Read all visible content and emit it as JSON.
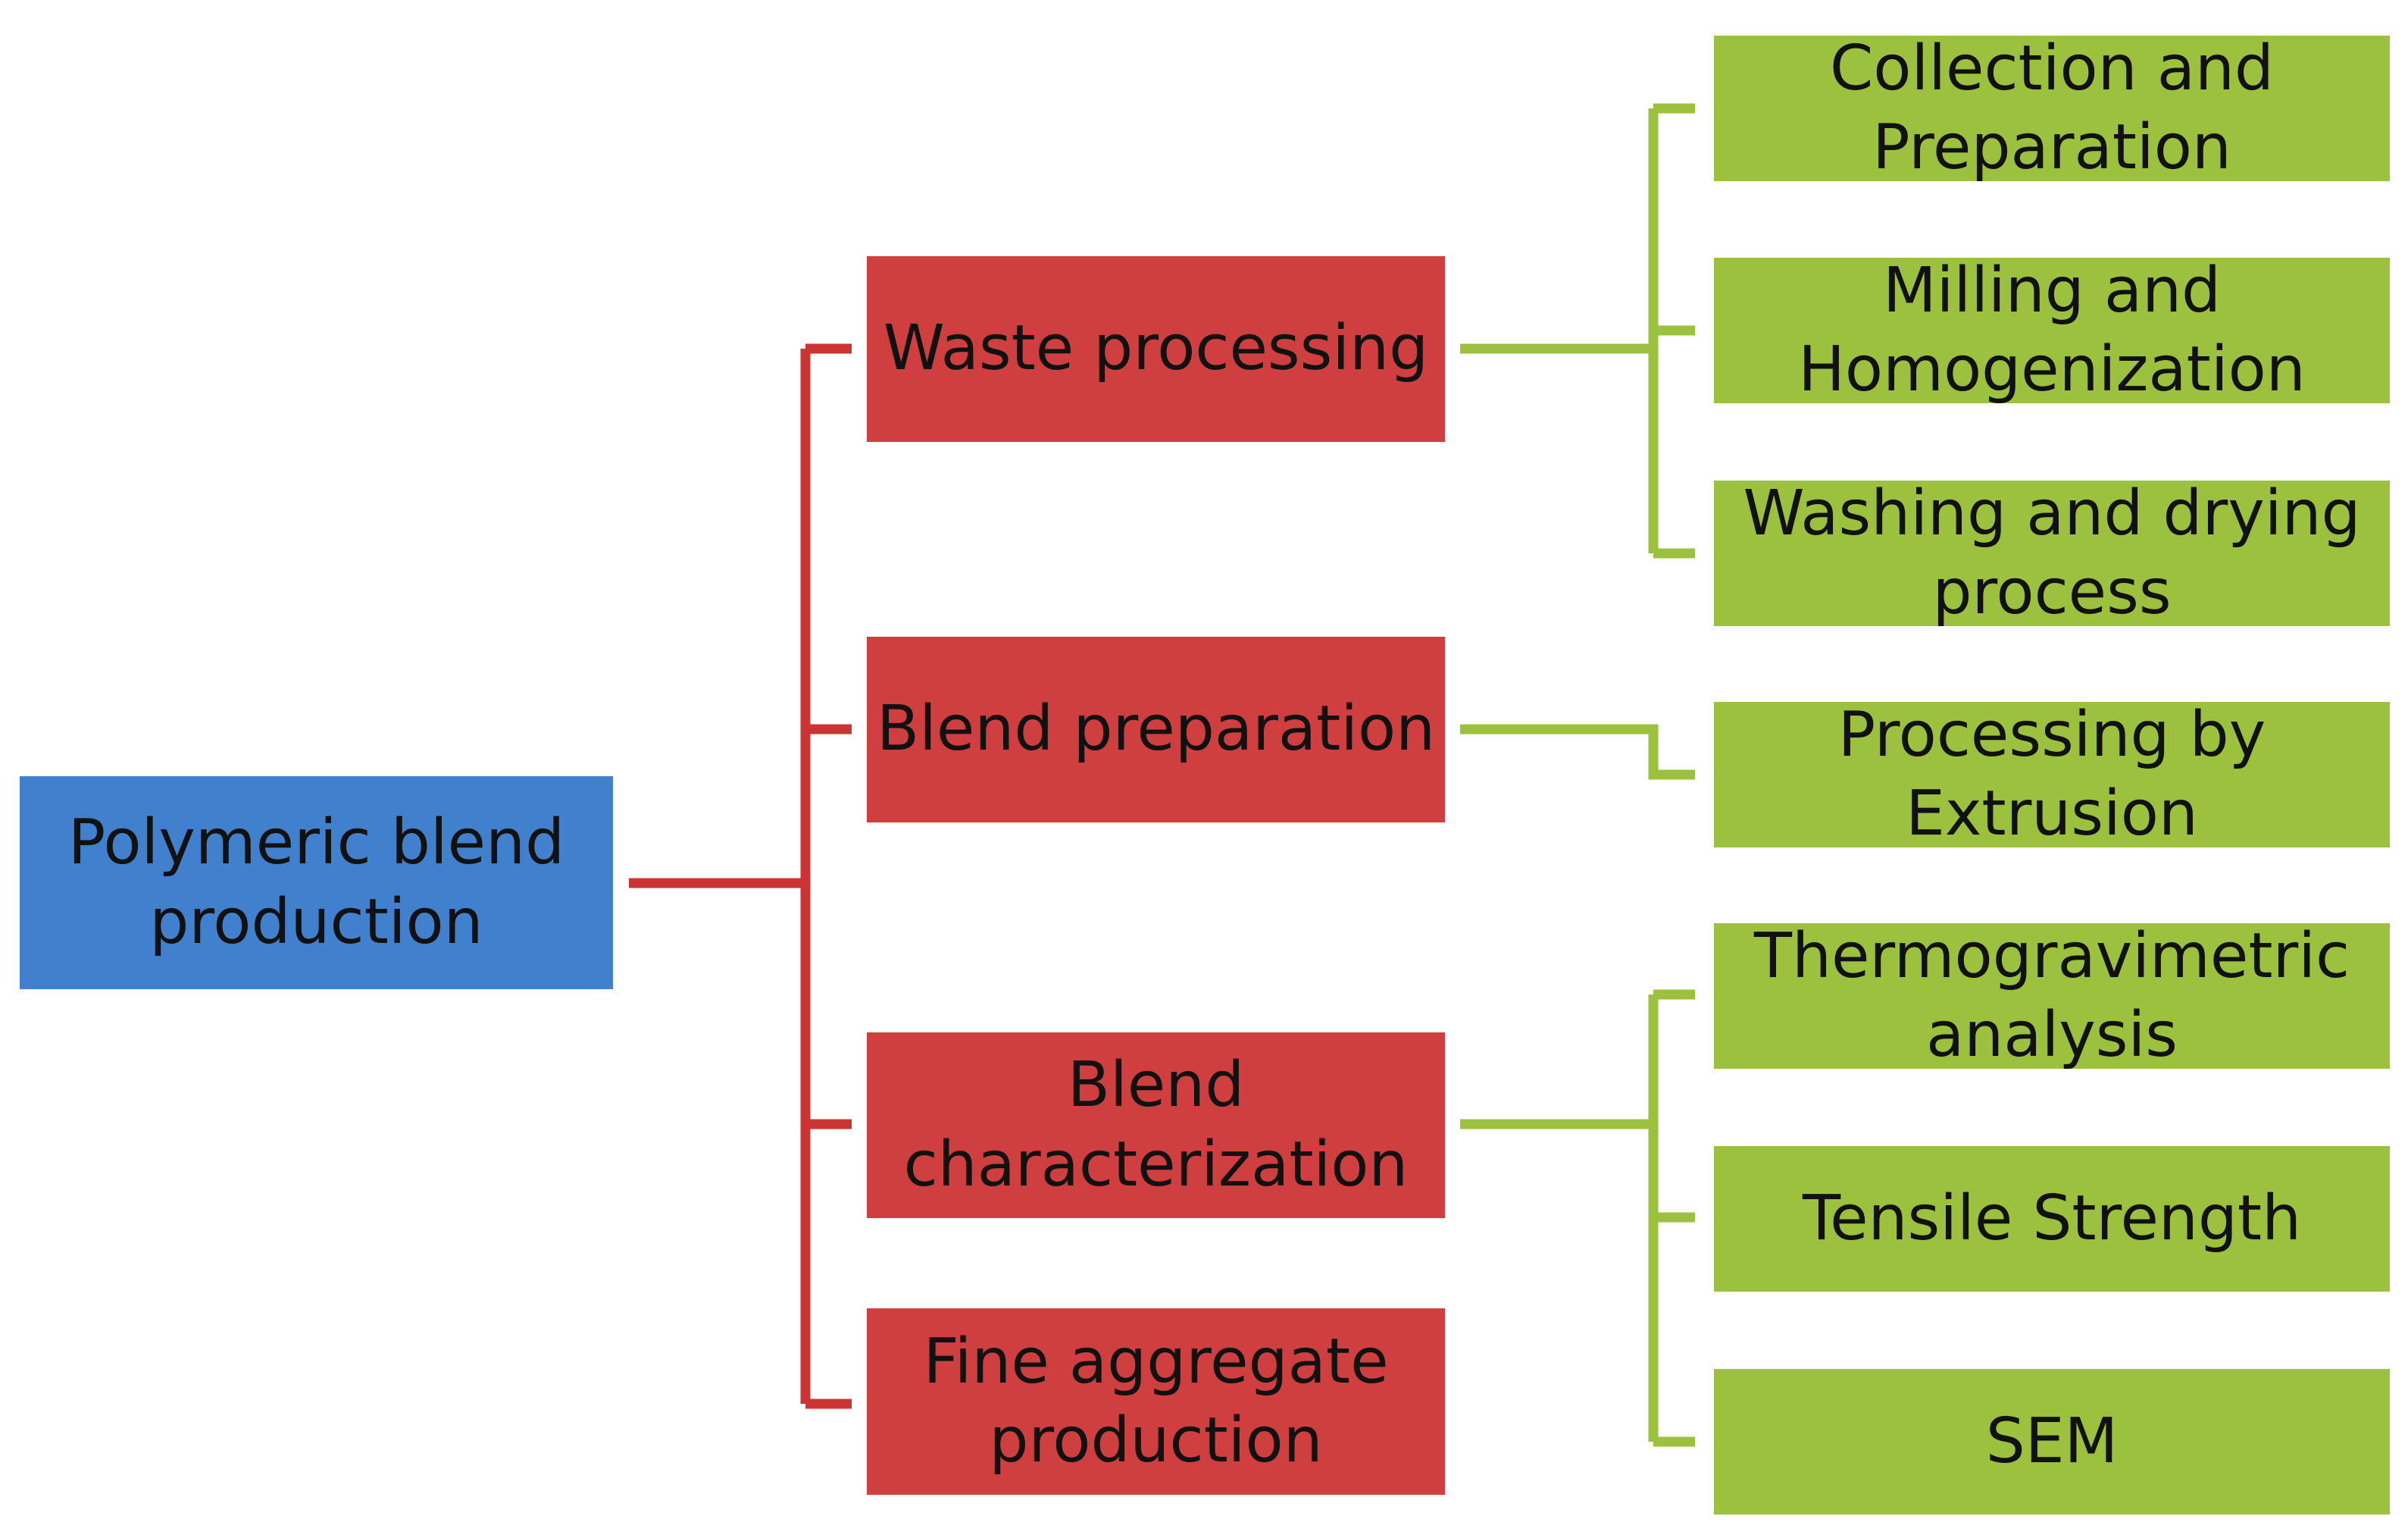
{
  "diagram": {
    "root": {
      "lines": [
        "Polymeric blend",
        "production"
      ],
      "color": "#4080cc"
    },
    "stages": [
      {
        "lines": [
          "Waste processing"
        ],
        "substeps": [
          {
            "lines": [
              "Collection and",
              "Preparation"
            ]
          },
          {
            "lines": [
              "Milling and",
              "Homogenization"
            ]
          },
          {
            "lines": [
              "Washing and drying",
              "process"
            ]
          }
        ]
      },
      {
        "lines": [
          "Blend preparation"
        ],
        "substeps": [
          {
            "lines": [
              "Processing by",
              "Extrusion"
            ]
          }
        ]
      },
      {
        "lines": [
          "Blend",
          "characterization"
        ],
        "substeps": [
          {
            "lines": [
              "Thermogravimetric",
              "analysis"
            ]
          },
          {
            "lines": [
              "Tensile Strength"
            ]
          },
          {
            "lines": [
              "SEM"
            ]
          }
        ]
      },
      {
        "lines": [
          "Fine aggregate",
          "production"
        ],
        "substeps": []
      }
    ],
    "colors": {
      "root": "#4080cc",
      "stage": "#cf3f3f",
      "stage_connector": "#cc3333",
      "substep": "#9bc13f",
      "substep_connector": "#9bc13f"
    }
  }
}
